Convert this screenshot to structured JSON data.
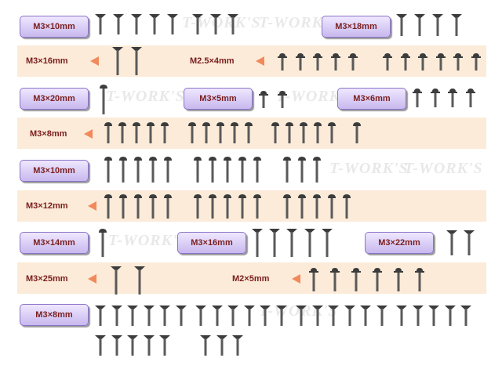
{
  "watermark_text": "T-WORK'S",
  "rows": [
    {
      "labels": [
        {
          "text": "M3×10mm",
          "style": "pill"
        },
        {
          "text": "M3×18mm",
          "style": "pill"
        }
      ]
    },
    {
      "labels": [
        {
          "text": "M3×16mm",
          "style": "band"
        },
        {
          "text": "M2.5×4mm",
          "style": "band"
        }
      ]
    },
    {
      "labels": [
        {
          "text": "M3×20mm",
          "style": "pill"
        },
        {
          "text": "M3×5mm",
          "style": "pill"
        },
        {
          "text": "M3×6mm",
          "style": "pill"
        }
      ]
    },
    {
      "labels": [
        {
          "text": "M3×8mm",
          "style": "band"
        }
      ]
    },
    {
      "labels": [
        {
          "text": "M3×10mm",
          "style": "pill"
        }
      ]
    },
    {
      "labels": [
        {
          "text": "M3×12mm",
          "style": "band"
        }
      ]
    },
    {
      "labels": [
        {
          "text": "M3×14mm",
          "style": "pill"
        },
        {
          "text": "M3×16mm",
          "style": "pill"
        },
        {
          "text": "M3×22mm",
          "style": "pill"
        }
      ]
    },
    {
      "labels": [
        {
          "text": "M3×25mm",
          "style": "band"
        },
        {
          "text": "M2×5mm",
          "style": "band"
        }
      ]
    },
    {
      "labels": [
        {
          "text": "M3×8mm",
          "style": "pill"
        }
      ]
    }
  ],
  "colors": {
    "band": "#fcebd8",
    "label_text": "#7a1e1e",
    "pill_border": "#8a72c8",
    "arrow": "#f08a5d",
    "screw": "#3c3c3c"
  },
  "icons": [
    "flat-head-screw-icon",
    "button-head-screw-icon",
    "flanged-button-screw-icon"
  ]
}
